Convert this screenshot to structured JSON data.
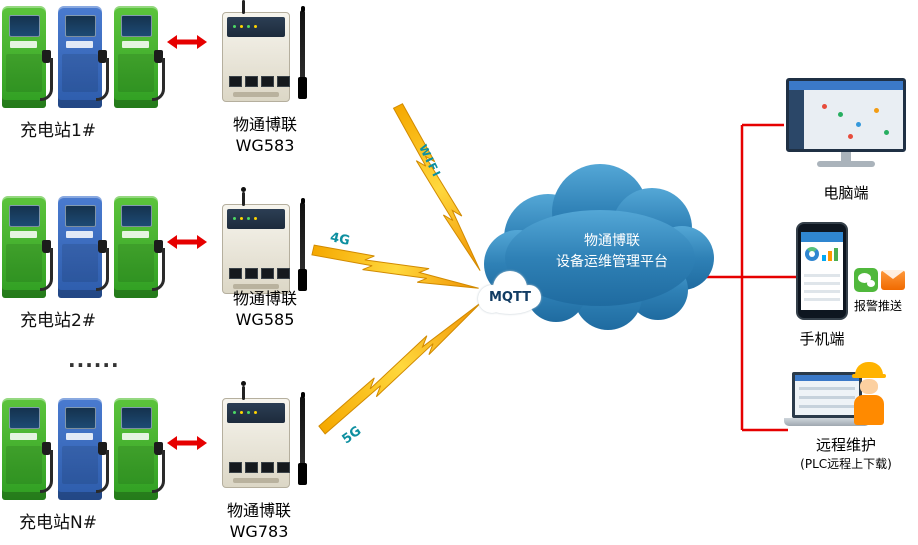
{
  "colors": {
    "red": "#e60000",
    "cloud-blue": "#2f81b6",
    "bolt-yellow": "#ffd83d",
    "bolt-orange": "#f09000",
    "link-teal": "#0d8fa0"
  },
  "stations": [
    {
      "label": "充电站1#"
    },
    {
      "label": "充电站2#"
    },
    {
      "label": "充电站N#"
    }
  ],
  "ellipsis": "......",
  "gateways": [
    {
      "brand": "物通博联",
      "model": "WG583"
    },
    {
      "brand": "物通博联",
      "model": "WG585"
    },
    {
      "brand": "物通博联",
      "model": "WG783"
    }
  ],
  "links": [
    {
      "label": "WIFI"
    },
    {
      "label": "4G"
    },
    {
      "label": "5G"
    }
  ],
  "cloud": {
    "title_line1": "物通博联",
    "title_line2": "设备运维管理平台",
    "protocol": "MQTT"
  },
  "endpoints": {
    "pc": {
      "label": "电脑端"
    },
    "phone": {
      "label": "手机端",
      "push": "报警推送"
    },
    "remote": {
      "label": "远程维护",
      "note": "(PLC远程上下载)"
    }
  }
}
